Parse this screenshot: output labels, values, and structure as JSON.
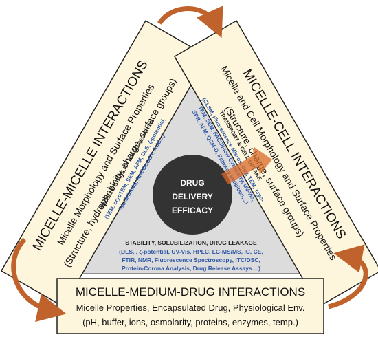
{
  "center": {
    "line1": "DRUG",
    "line2": "DELIVERY",
    "line3": "EFFICACY"
  },
  "left_panel": {
    "title": "MICELLE-MICELLE INTERACTIONS",
    "subtitle": "Micelle Morphology and Surface Properties",
    "detail": "(Structure, hydrophobicity, charge, surface groups)"
  },
  "right_panel": {
    "title": "MICELLE-CELL INTERACTIONS",
    "subtitle": "Micelle and Cell Morphology and Surface Properties",
    "detail": "(Structure, charge, surface groups)"
  },
  "bottom_panel": {
    "title": "MICELLE-MEDIUM-DRUG INTERACTIONS",
    "subtitle": "Micelle  Properties, Encapsulated Drug, Physiological Env.",
    "detail": "(pH, buffer, ions, osmolarity, proteins, enzymes, temp.)"
  },
  "left_inner": {
    "heading": "MICELLE STABILITY & AGGREGATION",
    "methods_line1": "(TEM, cryoTEM, SEM, AFM, DLS, ζ-potential,",
    "methods_line2": "SAXS/SANS, RHEOLOGY, AUC...)"
  },
  "right_inner": {
    "heading": "TRANSPORT & CELL UPTAKE",
    "methods_line1": "(CLSM, Fluorescence Microscopy, TEM, cryo-",
    "methods_line2": "TEM, SEM, FACS/Flow Cytometry, UV-Vis,",
    "methods_line3": "SPR, AFM, QCM-D, Pathway Inhibition,...)"
  },
  "bottom_inner": {
    "heading": "STABILITY, SOLUBILIZATION, DRUG LEAKAGE",
    "methods_line1": "(DLS, , ζ-potential, UV-Vis, HPLC, LC-MS/MS, IC, CE,",
    "methods_line2": "FTIR, NMR, Fluorescence Spectroscopy, ITC/DSC,",
    "methods_line3": "Protein-Corona Analysis, Drug Release Assays ...)"
  },
  "colors": {
    "panel_fill": "#fdf5dc",
    "panel_border": "#222222",
    "triangle_fill": "#dcdcdc",
    "circle_fill": "#333333",
    "arrow": "#c0622b",
    "method_text": "#2f58a6"
  }
}
